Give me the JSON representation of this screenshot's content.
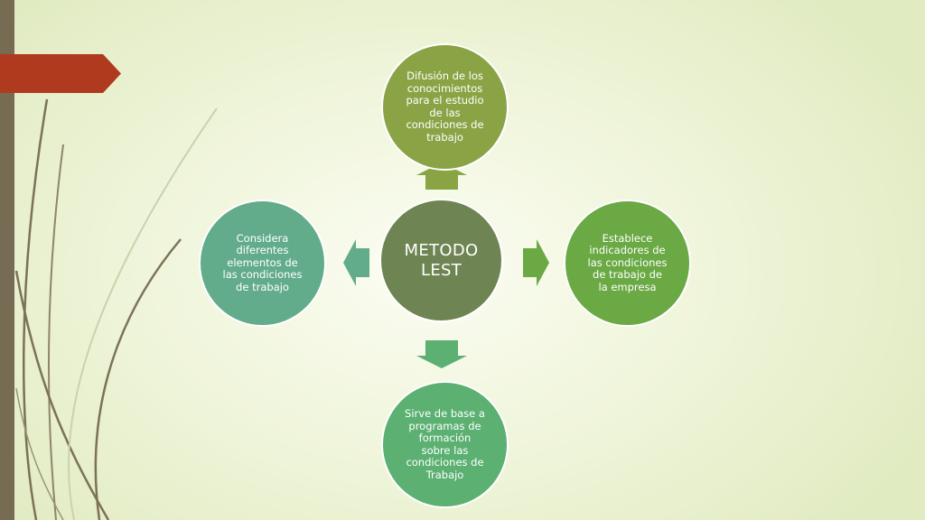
{
  "center": {
    "label": "METODO\nLEST"
  },
  "nodes": [
    {
      "id": "top",
      "label": "Difusión de los\nconocimientos\npara el estudio\nde las\ncondiciones de\ntrabajo"
    },
    {
      "id": "right",
      "label": "Establece\nindicadores de\nlas condiciones\nde trabajo de\nla empresa"
    },
    {
      "id": "bottom",
      "label": "Sirve de base a\nprogramas de\nformación\nsobre las\ncondiciones de\nTrabajo"
    },
    {
      "id": "left",
      "label": "Considera\ndiferentes\nelementos  de\nlas condiciones\nde trabajo"
    }
  ],
  "colors": {
    "center": "#6f8453",
    "top": "#8aa445",
    "right": "#6aa944",
    "bottom": "#5bb072",
    "left": "#62ac8c",
    "accent_tab": "#b03a1e",
    "sidebar": "#786b54"
  }
}
